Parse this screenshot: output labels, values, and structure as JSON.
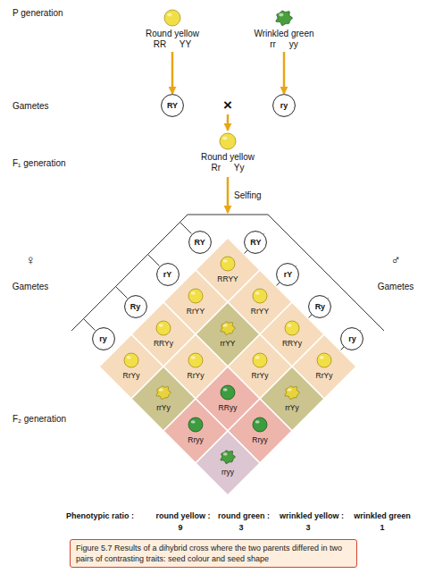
{
  "diagram": {
    "caption": "Figure 5.7 Results of a dihybrid cross where the two parents differed in two pairs of contrasting traits: seed colour and seed shape",
    "nodes": [
      {
        "text": [
          "Round yellow",
          "RR YY"
        ]
      },
      {
        "text": [
          "Wrinkled green",
          "rr yy"
        ]
      },
      {
        "text": [
          "RY"
        ]
      },
      {
        "text": [
          "ry"
        ]
      },
      {
        "text": [
          "Round yellow",
          "Rr Yy"
        ]
      },
      {
        "text": [
          "RY"
        ]
      },
      {
        "text": [
          "rY"
        ]
      },
      {
        "text": [
          "Ry"
        ]
      },
      {
        "text": [
          "ry"
        ]
      },
      {
        "text": [
          "RY"
        ]
      },
      {
        "text": [
          "rY"
        ]
      },
      {
        "text": [
          "Ry"
        ]
      },
      {
        "text": [
          "ry"
        ]
      },
      {
        "text": [
          "RRYY"
        ]
      },
      {
        "text": [
          "RrYY"
        ]
      },
      {
        "text": [
          "RrYY"
        ]
      },
      {
        "text": [
          "RRYy"
        ]
      },
      {
        "text": [
          "rrYY"
        ]
      },
      {
        "text": [
          "RRYy"
        ]
      },
      {
        "text": [
          "RrYy"
        ]
      },
      {
        "text": [
          "RrYy"
        ]
      },
      {
        "text": [
          "RrYy"
        ]
      },
      {
        "text": [
          "RrYy"
        ]
      },
      {
        "text": [
          "rrYy"
        ]
      },
      {
        "text": [
          "RRyy"
        ]
      },
      {
        "text": [
          "rrYy"
        ]
      },
      {
        "text": [
          "Rryy"
        ]
      },
      {
        "text": [
          "Rryy"
        ]
      },
      {
        "text": [
          "rryy"
        ]
      }
    ],
    "edges": [
      {
        "from": 0,
        "to": 2,
        "arrow": "to"
      },
      {
        "from": 1,
        "to": 3,
        "arrow": "to"
      }
    ],
    "labels": [
      "P generation",
      "Gametes",
      "×",
      "F₁ generation",
      "Selfing",
      "♀",
      "Gametes",
      "♂",
      "Gametes",
      "F₂ generation",
      "Phenotypic ratio :",
      "round yellow :",
      "round green :",
      "wrinkled yellow :",
      "wrinkled green",
      "9",
      "3",
      "3",
      "1"
    ]
  }
}
